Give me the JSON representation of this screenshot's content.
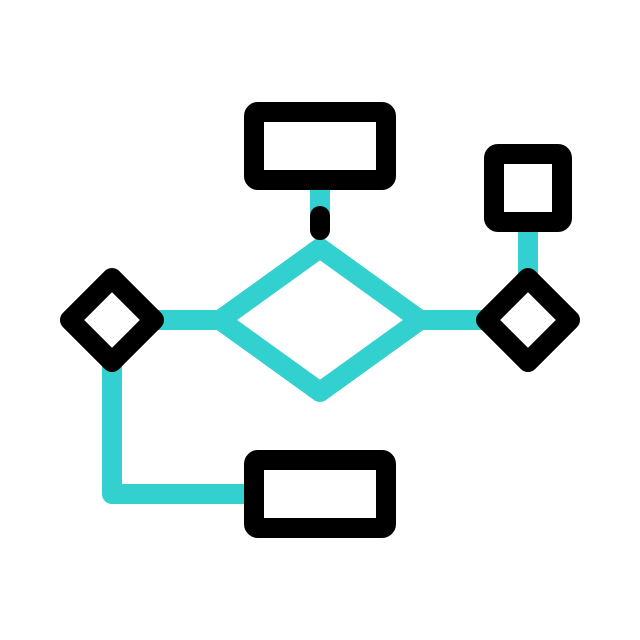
{
  "icon": {
    "name": "flowchart-icon",
    "colors": {
      "connector": "#33d0d0",
      "node_stroke": "#000000",
      "background": "#ffffff"
    },
    "nodes": [
      {
        "id": "top-process",
        "shape": "rectangle"
      },
      {
        "id": "center-decision",
        "shape": "diamond"
      },
      {
        "id": "left-decision",
        "shape": "diamond"
      },
      {
        "id": "right-decision",
        "shape": "diamond"
      },
      {
        "id": "right-box",
        "shape": "square"
      },
      {
        "id": "bottom-process",
        "shape": "rectangle"
      }
    ]
  }
}
